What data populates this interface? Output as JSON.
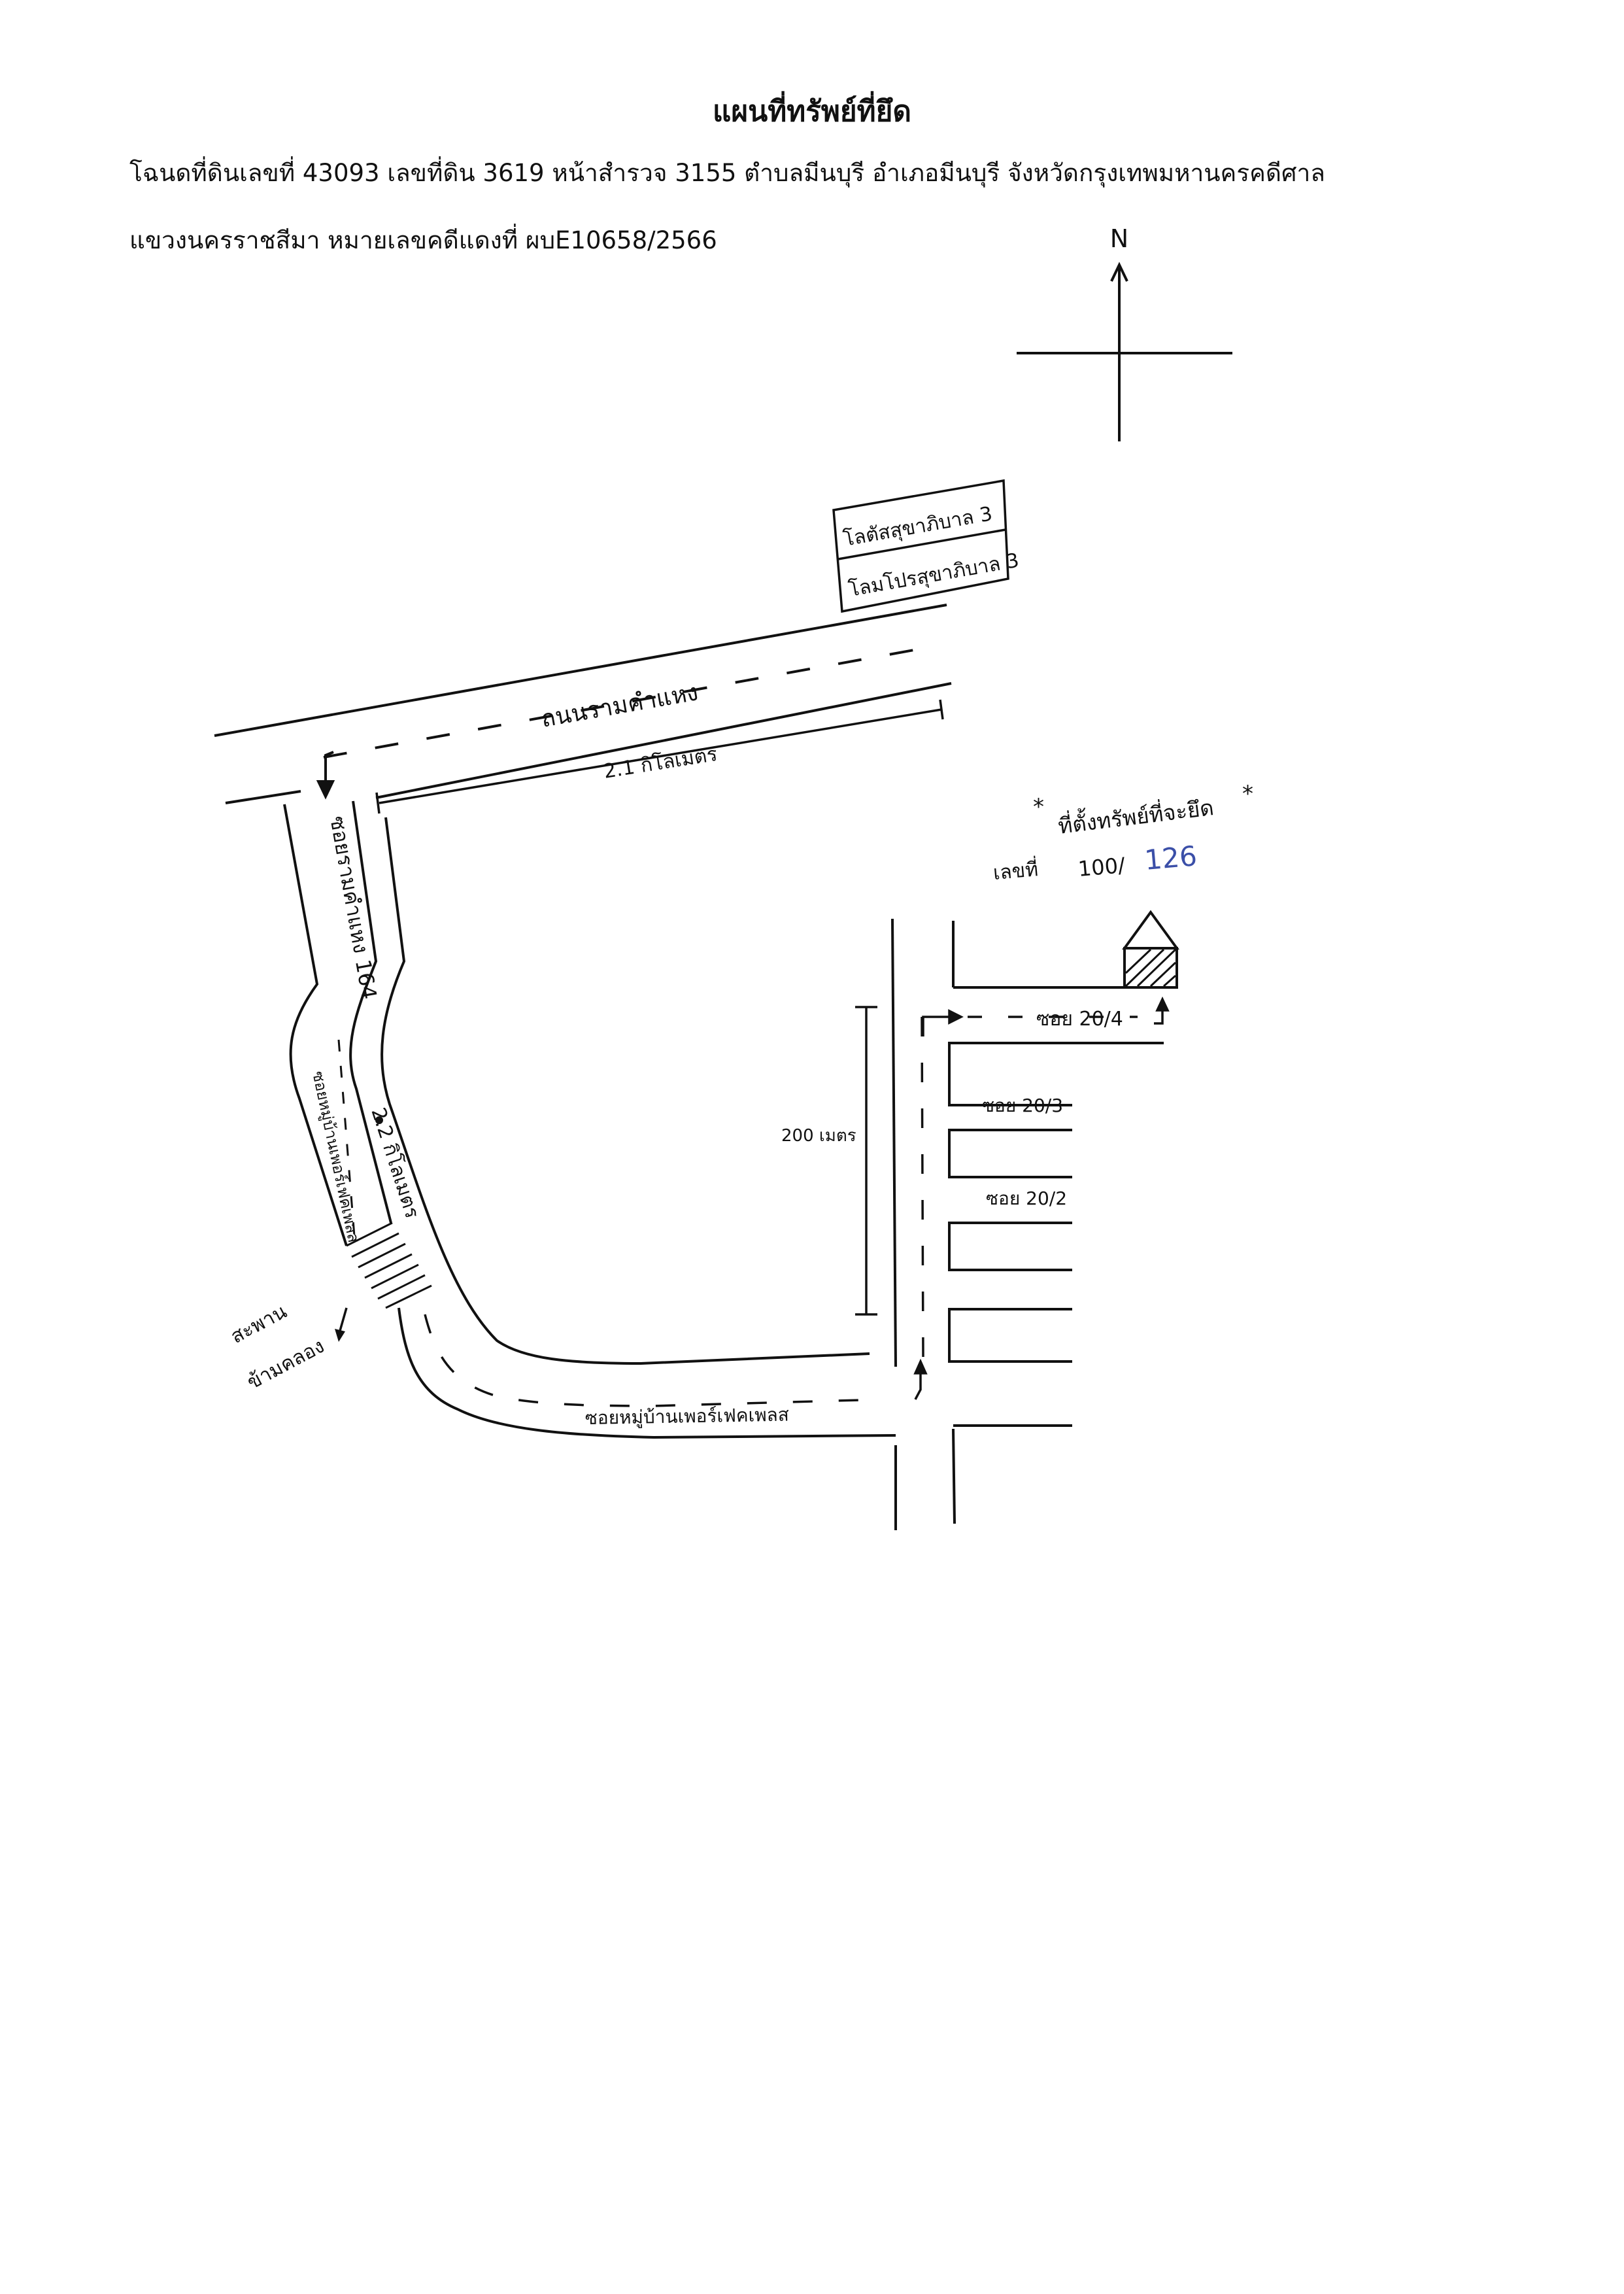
{
  "header": {
    "title": "แผนที่ทรัพย์ที่ยึด",
    "line1": "โฉนดที่ดินเลขที่ 43093 เลขที่ดิน 3619 หน้าสำรวจ 3155 ตำบลมีนบุรี อำเภอมีนบุรี จังหวัดกรุงเทพมหานครคดีศาล",
    "line2": "แขวงนครราชสีมา  หมายเลขคดีแดงที่ ผบE10658/2566"
  },
  "compass": {
    "north_label": "N"
  },
  "labels": {
    "sign_line1": "โลตัสสุขาภิบาล 3",
    "sign_line2": "โลมโปรสุขาภิบาล 3",
    "main_road": "ถนนรามคำแหง",
    "distance_main": "2.1 กิโลเมตร",
    "soi_ramkhamhaeng": "ซอยรามคำแหง 164",
    "soi_village_vertical": "ซอยหมู่บ้านเพอร์เฟคเพลส",
    "distance_soi": "2.2 กิโลเมตร",
    "bridge_label_1": "สะพาน",
    "bridge_label_2": "ข้ามคลอง",
    "soi_village_horizontal": "ซอยหมู่บ้านเพอร์เฟคเพลส",
    "distance_200": "200 เมตร",
    "soi_20_4": "ซอย 20/4",
    "soi_20_3": "ซอย 20/3",
    "soi_20_2": "ซอย 20/2",
    "property_title": "ที่ตั้งทรัพย์ที่จะยึด",
    "property_no_prefix": "เลขที่",
    "property_no_main": "100/",
    "property_no_sub": "126"
  },
  "colors": {
    "ink": "#111111",
    "blue_ink": "#3b4fa8"
  }
}
